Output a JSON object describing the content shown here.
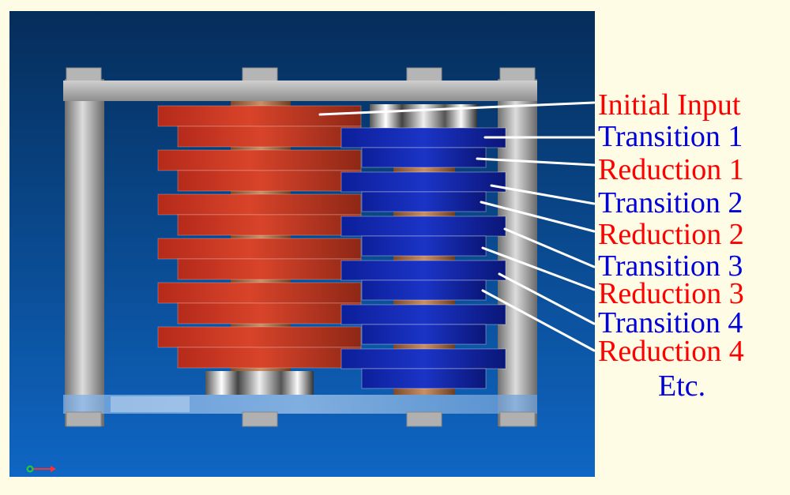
{
  "labels": [
    {
      "text": "Initial Input",
      "color": "#ff0000"
    },
    {
      "text": "Transition 1",
      "color": "#0000dd"
    },
    {
      "text": "Reduction 1",
      "color": "#ff0000"
    },
    {
      "text": "Transition 2",
      "color": "#0000dd"
    },
    {
      "text": "Reduction 2",
      "color": "#ff0000"
    },
    {
      "text": "Transition 3",
      "color": "#0000dd"
    },
    {
      "text": "Reduction 3",
      "color": "#ff0000"
    },
    {
      "text": "Transition 4",
      "color": "#0000dd"
    },
    {
      "text": "Reduction 4",
      "color": "#ff0000"
    },
    {
      "text": "Etc.",
      "color": "#0000dd"
    }
  ],
  "colors": {
    "background": "#fffce6",
    "viewport_top": "#052d5a",
    "viewport_bottom": "#0f66c4",
    "red_gear": "#c4331f",
    "blue_gear": "#1426b0",
    "frame": "#a9a9a9",
    "leader_line": "#ffffff"
  },
  "icons": [
    "axis-triad-icon"
  ]
}
